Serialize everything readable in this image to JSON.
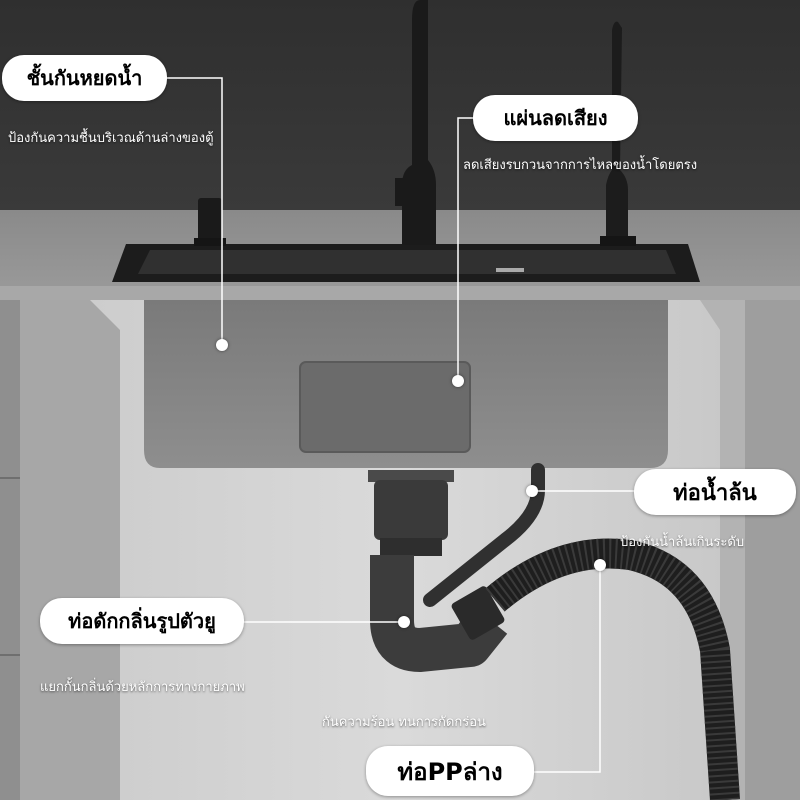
{
  "callouts": {
    "waterproof": {
      "title": "ชั้นกันหยดน้ำ",
      "desc": "ป้องกันความชื้นบริเวณด้านล่างของตู้"
    },
    "sound": {
      "title": "แผ่นลดเสียง",
      "desc": "ลดเสียงรบกวนจากการไหลของน้ำโดยตรง"
    },
    "overflow": {
      "title": "ท่อน้ำล้น",
      "desc": "ป้องกันน้ำล้นเกินระดับ"
    },
    "trap": {
      "title": "ท่อดักกลิ่นรูปตัวยู",
      "desc": "แยกกั้นกลิ่นด้วยหลักการทางกายภาพ"
    },
    "pp": {
      "title": "ท่อPPล่าง",
      "desc": "กันความร้อน ทนการกัดกร่อน"
    }
  },
  "colors": {
    "pill_bg": "#ffffff",
    "pill_text": "#000000",
    "desc_text": "#ffffff",
    "line": "#ffffff"
  }
}
